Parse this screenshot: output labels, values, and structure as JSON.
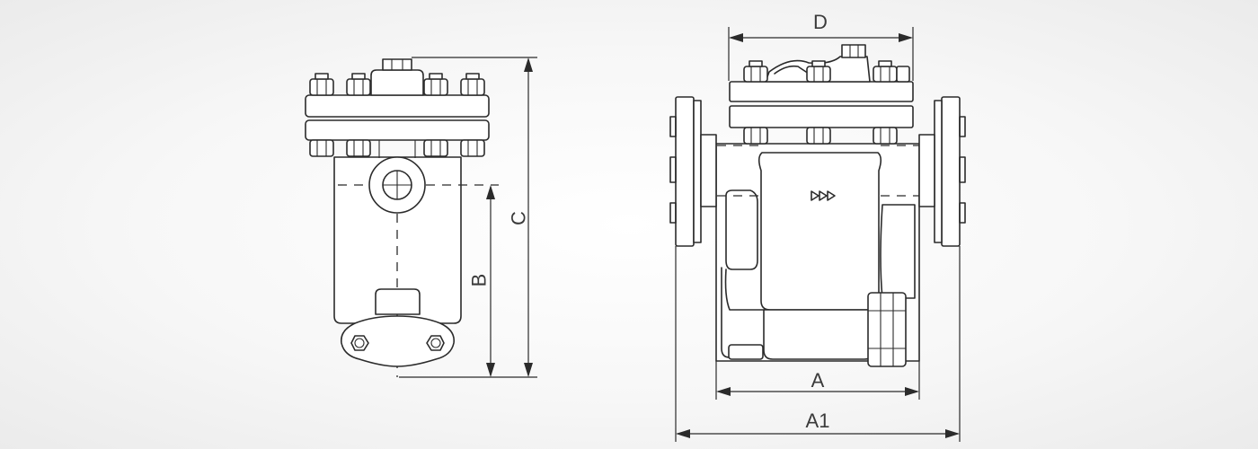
{
  "dimensions": {
    "a": "A",
    "a1": "A1",
    "b": "B",
    "c": "C",
    "d": "D"
  },
  "colors": {
    "line": "#2b2b2b",
    "background": "#efefef",
    "part_fill": "#ffffff"
  }
}
